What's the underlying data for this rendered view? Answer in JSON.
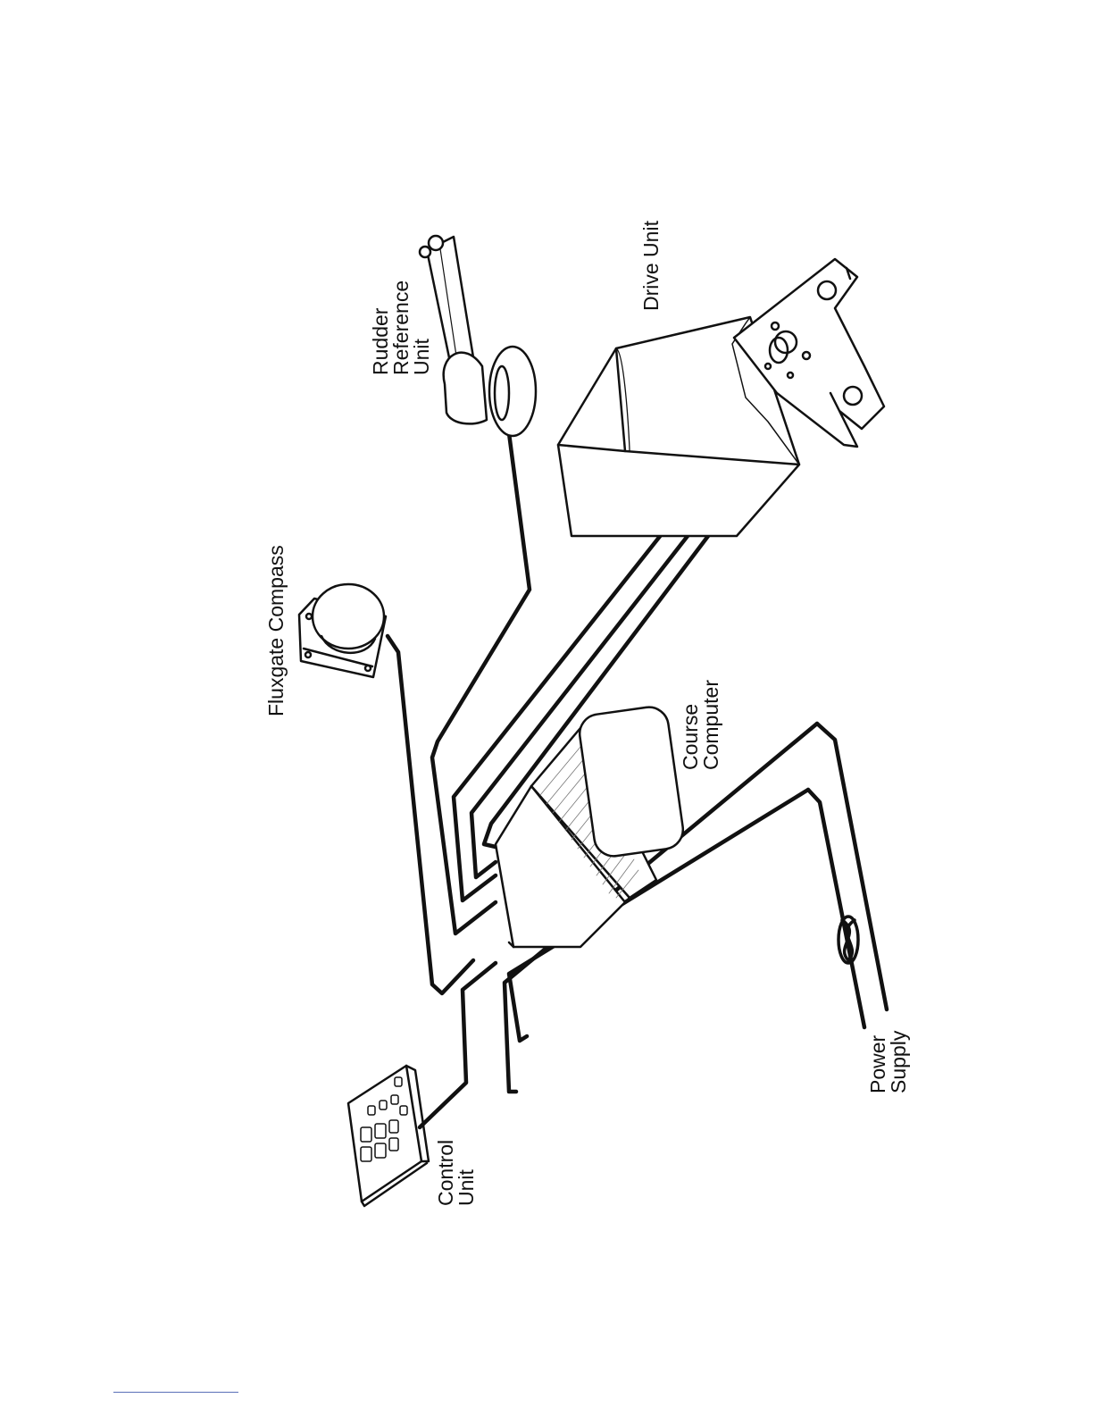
{
  "labels": {
    "fluxgate_compass": "Fluxgate Compass",
    "rudder_reference_unit": [
      "Rudder",
      "Reference",
      "Unit"
    ],
    "drive_unit": "Drive Unit",
    "course_computer": [
      "Course",
      "Computer"
    ],
    "control_unit": [
      "Control",
      "Unit"
    ],
    "power_supply": [
      "Power",
      "Supply"
    ]
  },
  "colors": {
    "line": "#111111",
    "rule": "#5a70b8"
  }
}
